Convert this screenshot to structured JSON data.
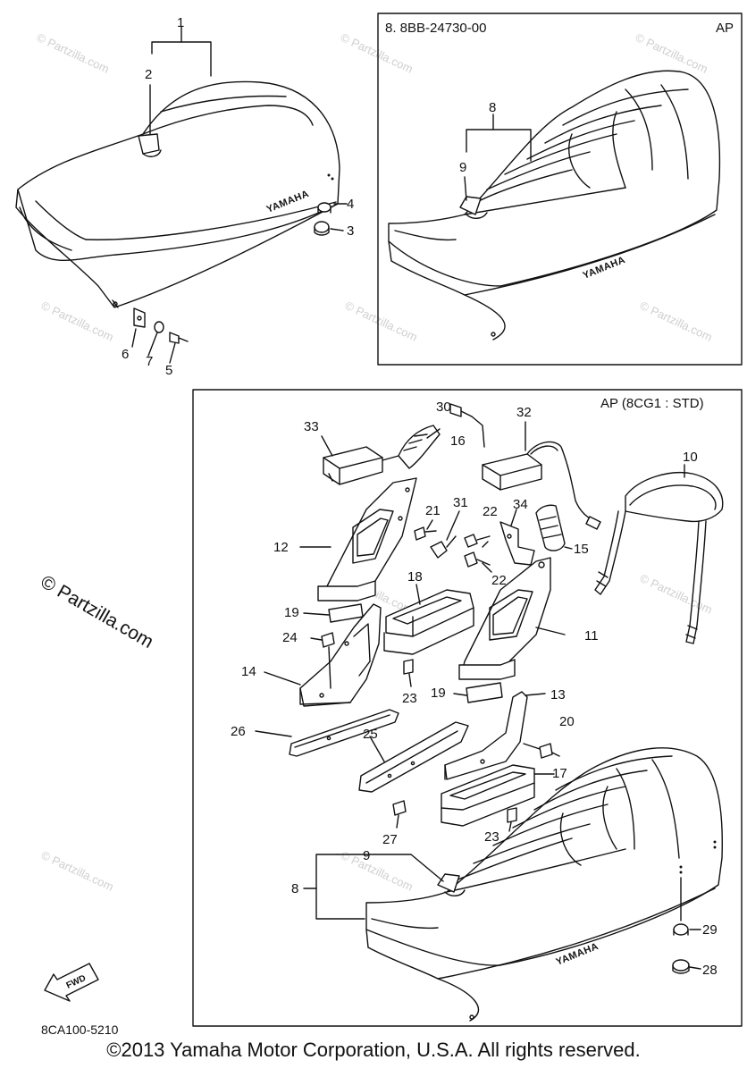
{
  "panel_ap": {
    "header_left": "8. 8BB-24730-00",
    "header_right": "AP"
  },
  "panel_std": {
    "header_right": "AP (8CG1 : STD)"
  },
  "brand_text": "YAMAHA",
  "fwd_label": "FWD",
  "diagram_code": "8CA100-5210",
  "watermark": "© Partzilla.com",
  "side_watermark": "© Partzilla.com",
  "copyright": "©2013 Yamaha Motor Corporation, U.S.A. All rights reserved.",
  "callouts": {
    "c1": "1",
    "c2": "2",
    "c3": "3",
    "c4": "4",
    "c5": "5",
    "c6": "6",
    "c7": "7",
    "c8a": "8",
    "c9a": "9",
    "c10": "10",
    "c11": "11",
    "c12": "12",
    "c13": "13",
    "c14": "14",
    "c15": "15",
    "c16": "16",
    "c17": "17",
    "c18": "18",
    "c19a": "19",
    "c19b": "19",
    "c20": "20",
    "c21": "21",
    "c22a": "22",
    "c22b": "22",
    "c23a": "23",
    "c23b": "23",
    "c24": "24",
    "c25": "25",
    "c26": "26",
    "c27": "27",
    "c8b": "8",
    "c9b": "9",
    "c28": "28",
    "c29": "29",
    "c30": "30",
    "c31": "31",
    "c32": "32",
    "c33": "33",
    "c34": "34"
  }
}
